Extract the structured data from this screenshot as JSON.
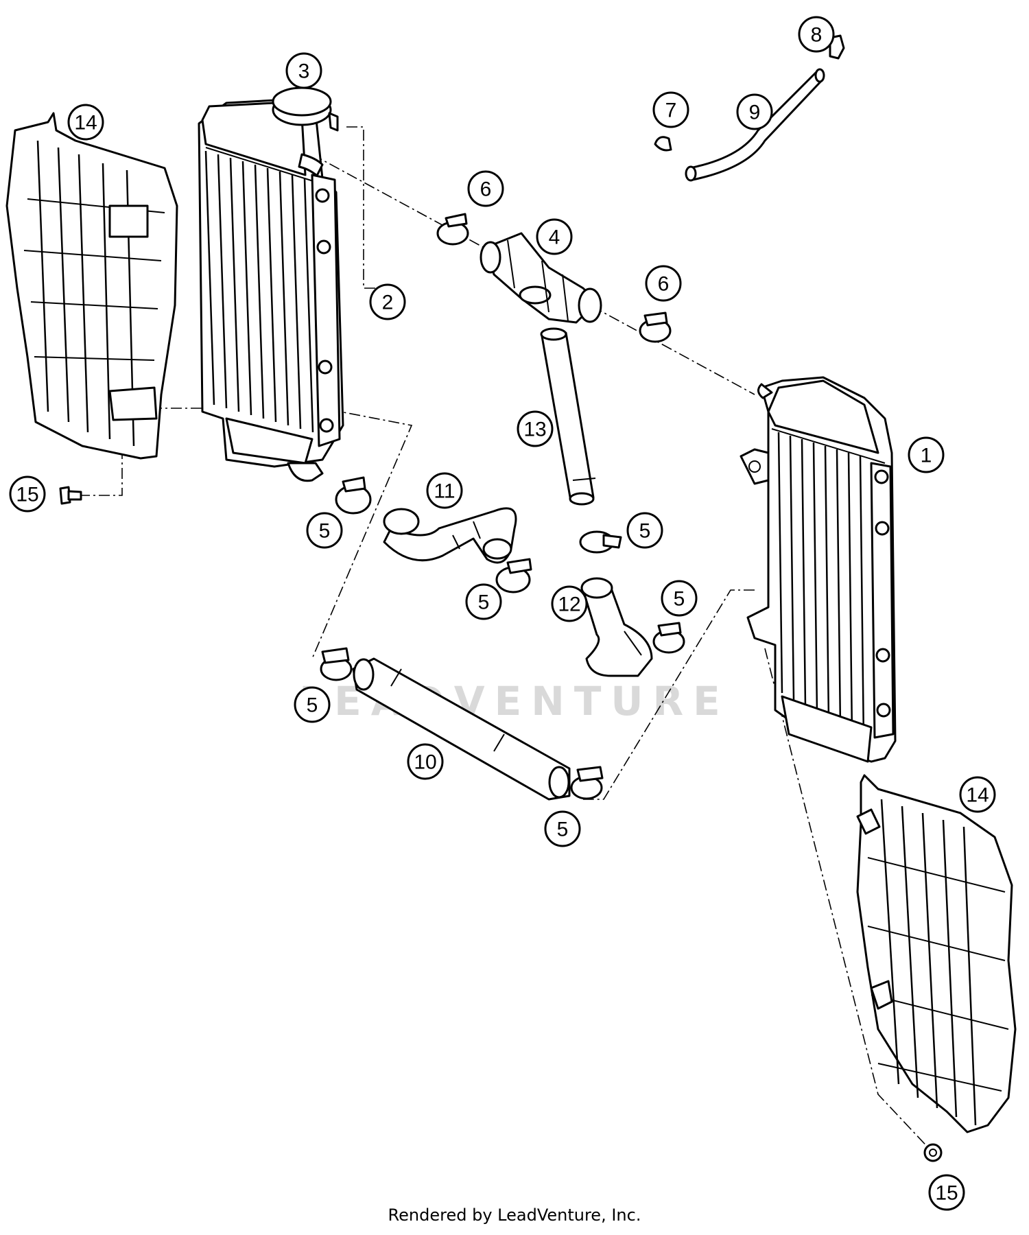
{
  "diagram": {
    "watermark": "LEADVENTURE",
    "footer": "Rendered by LeadVenture, Inc.",
    "callouts": [
      {
        "id": "c1",
        "label": "1"
      },
      {
        "id": "c2",
        "label": "2"
      },
      {
        "id": "c3",
        "label": "3"
      },
      {
        "id": "c4",
        "label": "4"
      },
      {
        "id": "c5a",
        "label": "5"
      },
      {
        "id": "c5b",
        "label": "5"
      },
      {
        "id": "c5c",
        "label": "5"
      },
      {
        "id": "c5d",
        "label": "5"
      },
      {
        "id": "c5e",
        "label": "5"
      },
      {
        "id": "c5f",
        "label": "5"
      },
      {
        "id": "c6a",
        "label": "6"
      },
      {
        "id": "c6b",
        "label": "6"
      },
      {
        "id": "c7",
        "label": "7"
      },
      {
        "id": "c8",
        "label": "8"
      },
      {
        "id": "c9",
        "label": "9"
      },
      {
        "id": "c10",
        "label": "10"
      },
      {
        "id": "c11",
        "label": "11"
      },
      {
        "id": "c12",
        "label": "12"
      },
      {
        "id": "c13",
        "label": "13"
      },
      {
        "id": "c14a",
        "label": "14"
      },
      {
        "id": "c14b",
        "label": "14"
      },
      {
        "id": "c15a",
        "label": "15"
      },
      {
        "id": "c15b",
        "label": "15"
      }
    ]
  }
}
